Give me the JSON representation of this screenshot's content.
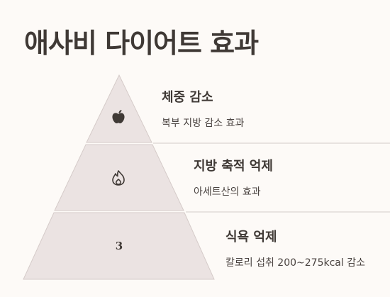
{
  "title": "애사비 다이어트 효과",
  "tiers": [
    {
      "title": "체중 감소",
      "desc": "복부 지방 감소 효과",
      "icon": "apple-icon"
    },
    {
      "title": "지방 축적 억제",
      "desc": "아세트산의 효과",
      "icon": "flame-icon"
    },
    {
      "title": "식욕 억제",
      "desc": "칼로리 섭취 200~275kcal 감소",
      "badge": "3"
    }
  ],
  "colors": {
    "background": "#fdfaf7",
    "tier_fill": "#ebe3e2",
    "tier_stroke": "#d5cbc9",
    "divider": "#e2dbd8",
    "text": "#3f3935"
  }
}
